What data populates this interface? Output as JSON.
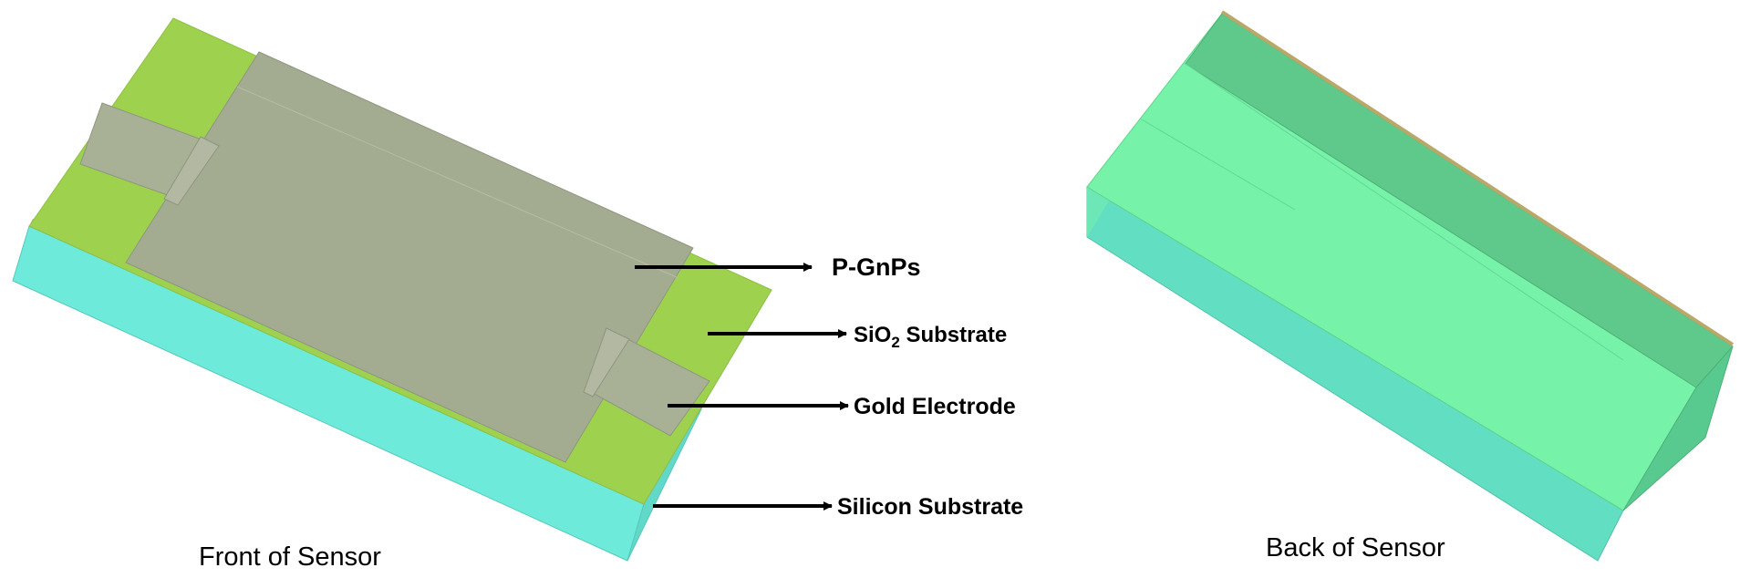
{
  "captions": {
    "front": "Front of Sensor",
    "back": "Back of Sensor"
  },
  "labels": {
    "pgnps": "P-GnPs",
    "sio2_prefix": "SiO",
    "sio2_sub": "2",
    "sio2_suffix": " Substrate",
    "gold": "Gold Electrode",
    "silicon": "Silicon Substrate"
  },
  "colors": {
    "silicon_substrate": "#6eeadb",
    "gold_electrode": "#9ed24e",
    "pgnps_layer": "#a3ab90",
    "back_top": "#76f3a8",
    "back_side": "#5fc98b",
    "back_face": "#62dfc2",
    "arrow": "#000000"
  }
}
